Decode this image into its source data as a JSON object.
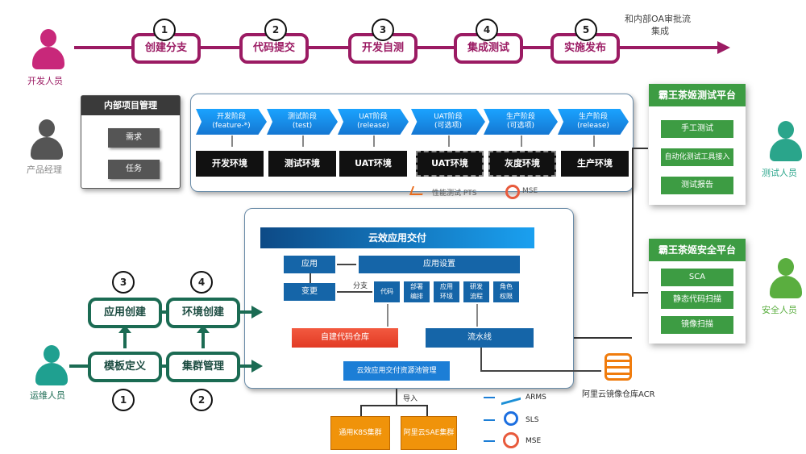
{
  "top_flow": {
    "steps": [
      {
        "num": "1",
        "label": "创建分支"
      },
      {
        "num": "2",
        "label": "代码提交"
      },
      {
        "num": "3",
        "label": "开发自测"
      },
      {
        "num": "4",
        "label": "集成测试"
      },
      {
        "num": "5",
        "label": "实施发布"
      }
    ],
    "end_note_line1": "和内部OA审批流",
    "end_note_line2": "集成"
  },
  "roles": {
    "developer": "开发人员",
    "product_manager": "产品经理",
    "tester": "测试人员",
    "security": "安全人员",
    "ops": "运维人员"
  },
  "project_mgmt": {
    "title": "内部项目管理",
    "items": [
      "需求",
      "任务"
    ]
  },
  "pipeline_stages": [
    {
      "line1": "开发阶段",
      "line2": "(feature-*)",
      "env": "开发环境",
      "dashed": false
    },
    {
      "line1": "测试阶段",
      "line2": "(test)",
      "env": "测试环境",
      "dashed": false
    },
    {
      "line1": "UAT阶段",
      "line2": "(release)",
      "env": "UAT环境",
      "dashed": false
    },
    {
      "line1": "UAT阶段",
      "line2": "(可选项)",
      "env": "UAT环境",
      "dashed": true
    },
    {
      "line1": "生产阶段",
      "line2": "(可选项)",
      "env": "灰度环境",
      "dashed": true
    },
    {
      "line1": "生产阶段",
      "line2": "(release)",
      "env": "生产环境",
      "dashed": false
    }
  ],
  "pts_label": "性能测试 PTS",
  "mse_label": "MSE",
  "test_platform": {
    "title": "霸王茶姬测试平台",
    "items": [
      "手工测试",
      "自动化测试工具接入",
      "测试报告"
    ]
  },
  "security_platform": {
    "title": "霸王茶姬安全平台",
    "items": [
      "SCA",
      "静态代码扫描",
      "镜像扫描"
    ]
  },
  "delivery": {
    "title": "云效应用交付",
    "app": "应用",
    "app_settings": "应用设置",
    "change": "变更",
    "branch": "分支",
    "settings": [
      "代码",
      "部署\n编排",
      "应用\n环境",
      "研发\n流程",
      "角色\n权限"
    ],
    "repo": "自建代码仓库",
    "pipeline": "流水线",
    "pool": "云效应用交付资源池管理"
  },
  "ops_flow": {
    "top": [
      {
        "num": "3",
        "label": "应用创建"
      },
      {
        "num": "4",
        "label": "环境创建"
      }
    ],
    "bottom": [
      {
        "num": "1",
        "label": "模板定义"
      },
      {
        "num": "2",
        "label": "集群管理"
      }
    ]
  },
  "clusters": [
    "通用K8S集群",
    "阿里云SAE集群"
  ],
  "import_label": "导入",
  "acr_label": "阿里云镜像仓库ACR",
  "tools": [
    "ARMS",
    "SLS",
    "MSE"
  ]
}
